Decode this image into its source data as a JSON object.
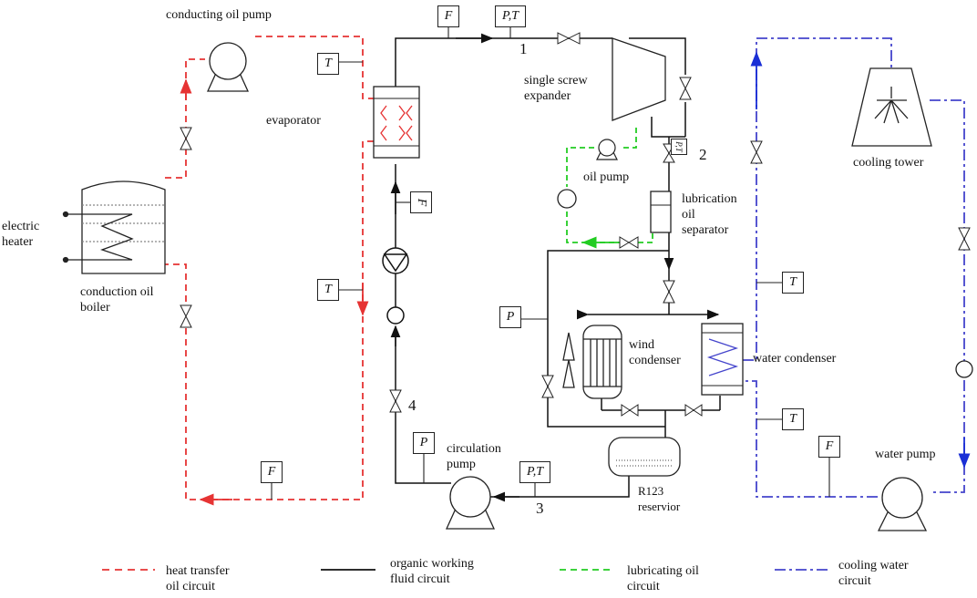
{
  "labels": {
    "conducting_oil_pump": "conducting oil pump",
    "evaporator": "evaporator",
    "single_screw_expander": "single screw\nexpander",
    "oil_pump": "oil pump",
    "lubrication_oil_separator": "lubrication\noil\nseparator",
    "cooling_tower": "cooling tower",
    "electric_heater": "electric\nheater",
    "conduction_oil_boiler": "conduction oil\nboiler",
    "wind_condenser": "wind\ncondenser",
    "water_condenser": "water condenser",
    "circulation_pump": "circulation\npump",
    "r123_reservoir": "R123\nreservior",
    "water_pump": "water pump"
  },
  "state_points": {
    "p1": "1",
    "p2": "2",
    "p3": "3",
    "p4": "4"
  },
  "sensors": {
    "F": "F",
    "T": "T",
    "P": "P",
    "PT": "P,T"
  },
  "legend": {
    "heat_transfer": "heat transfer\noil circuit",
    "organic_fluid": "organic working\nfluid circuit",
    "lubricating": "lubricating oil\ncircuit",
    "cooling_water": "cooling water\ncircuit"
  },
  "colors": {
    "heat_transfer": "#e63333",
    "organic_fluid": "#111111",
    "lubricating": "#22cc22",
    "cooling_water": "#4444cc"
  }
}
